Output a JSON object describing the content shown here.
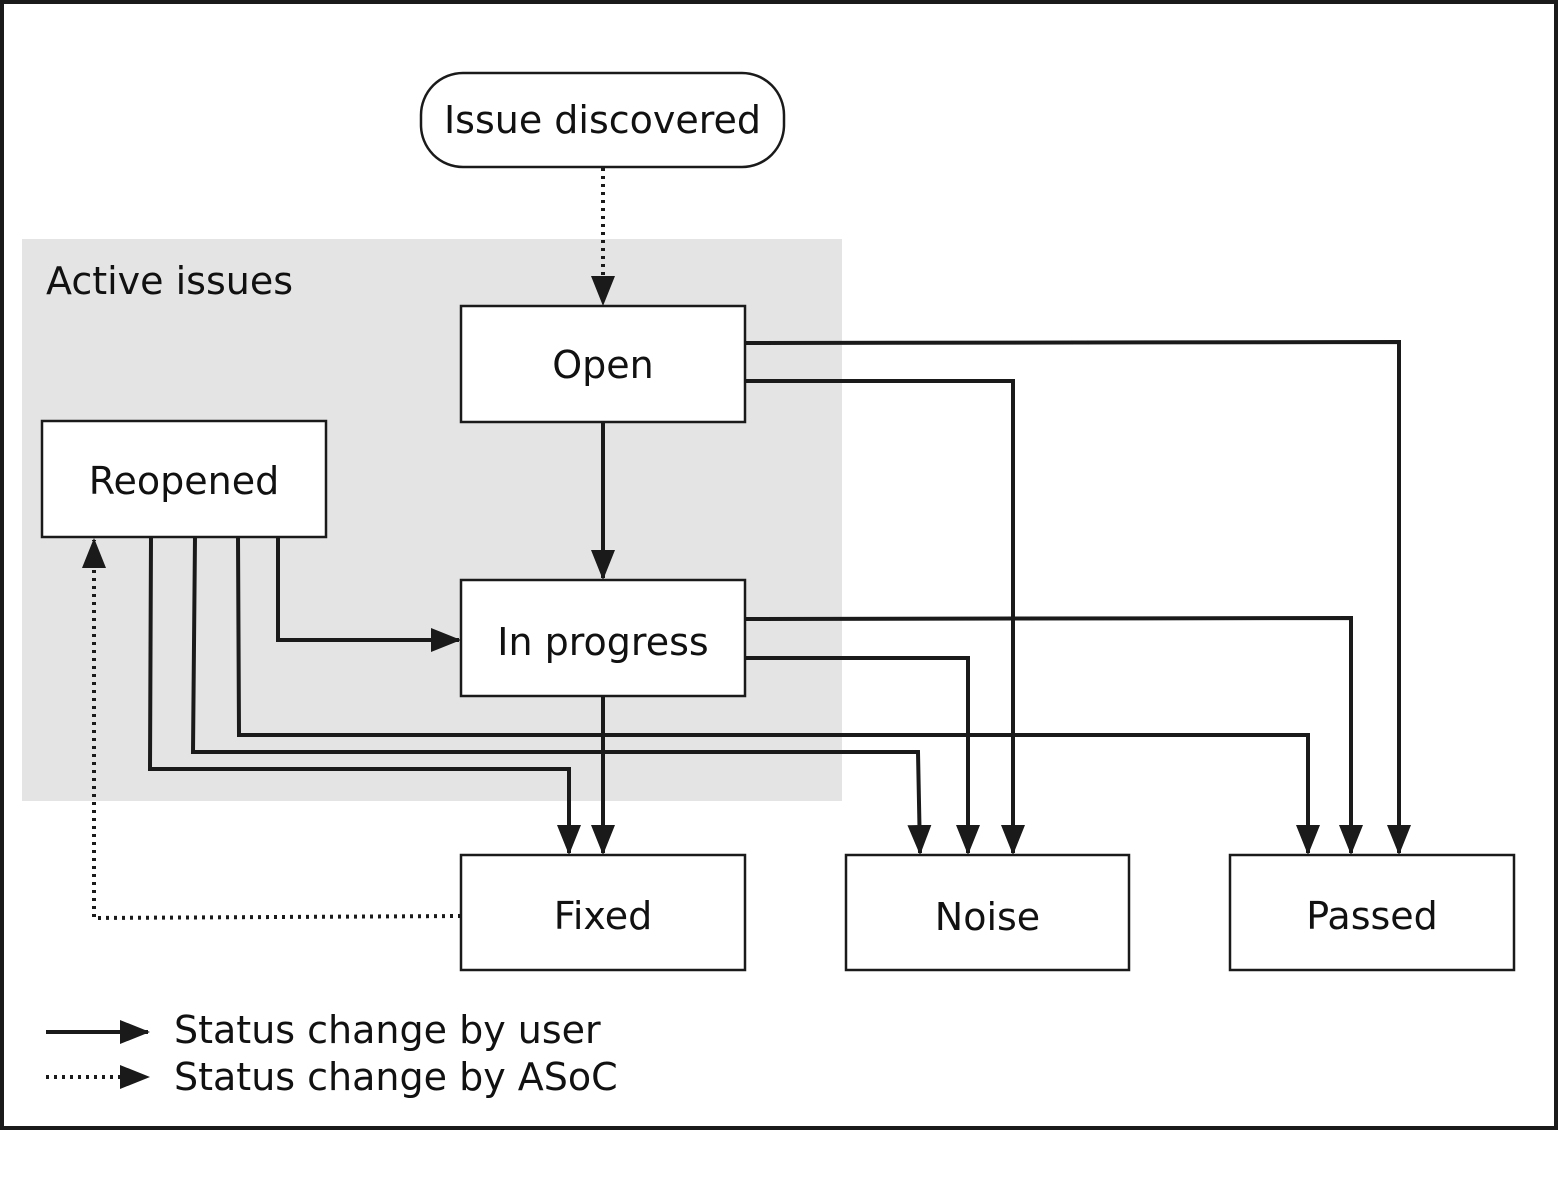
{
  "diagram": {
    "region_label": "Active issues",
    "nodes": {
      "issue_discovered": "Issue discovered",
      "open": "Open",
      "reopened": "Reopened",
      "in_progress": "In progress",
      "fixed": "Fixed",
      "noise": "Noise",
      "passed": "Passed"
    },
    "legend": {
      "user": "Status change by user",
      "asoc": "Status change by ASoC"
    }
  },
  "colors": {
    "region_fill": "#e4e4e4",
    "stroke": "#1a1a1a",
    "background": "#ffffff"
  }
}
